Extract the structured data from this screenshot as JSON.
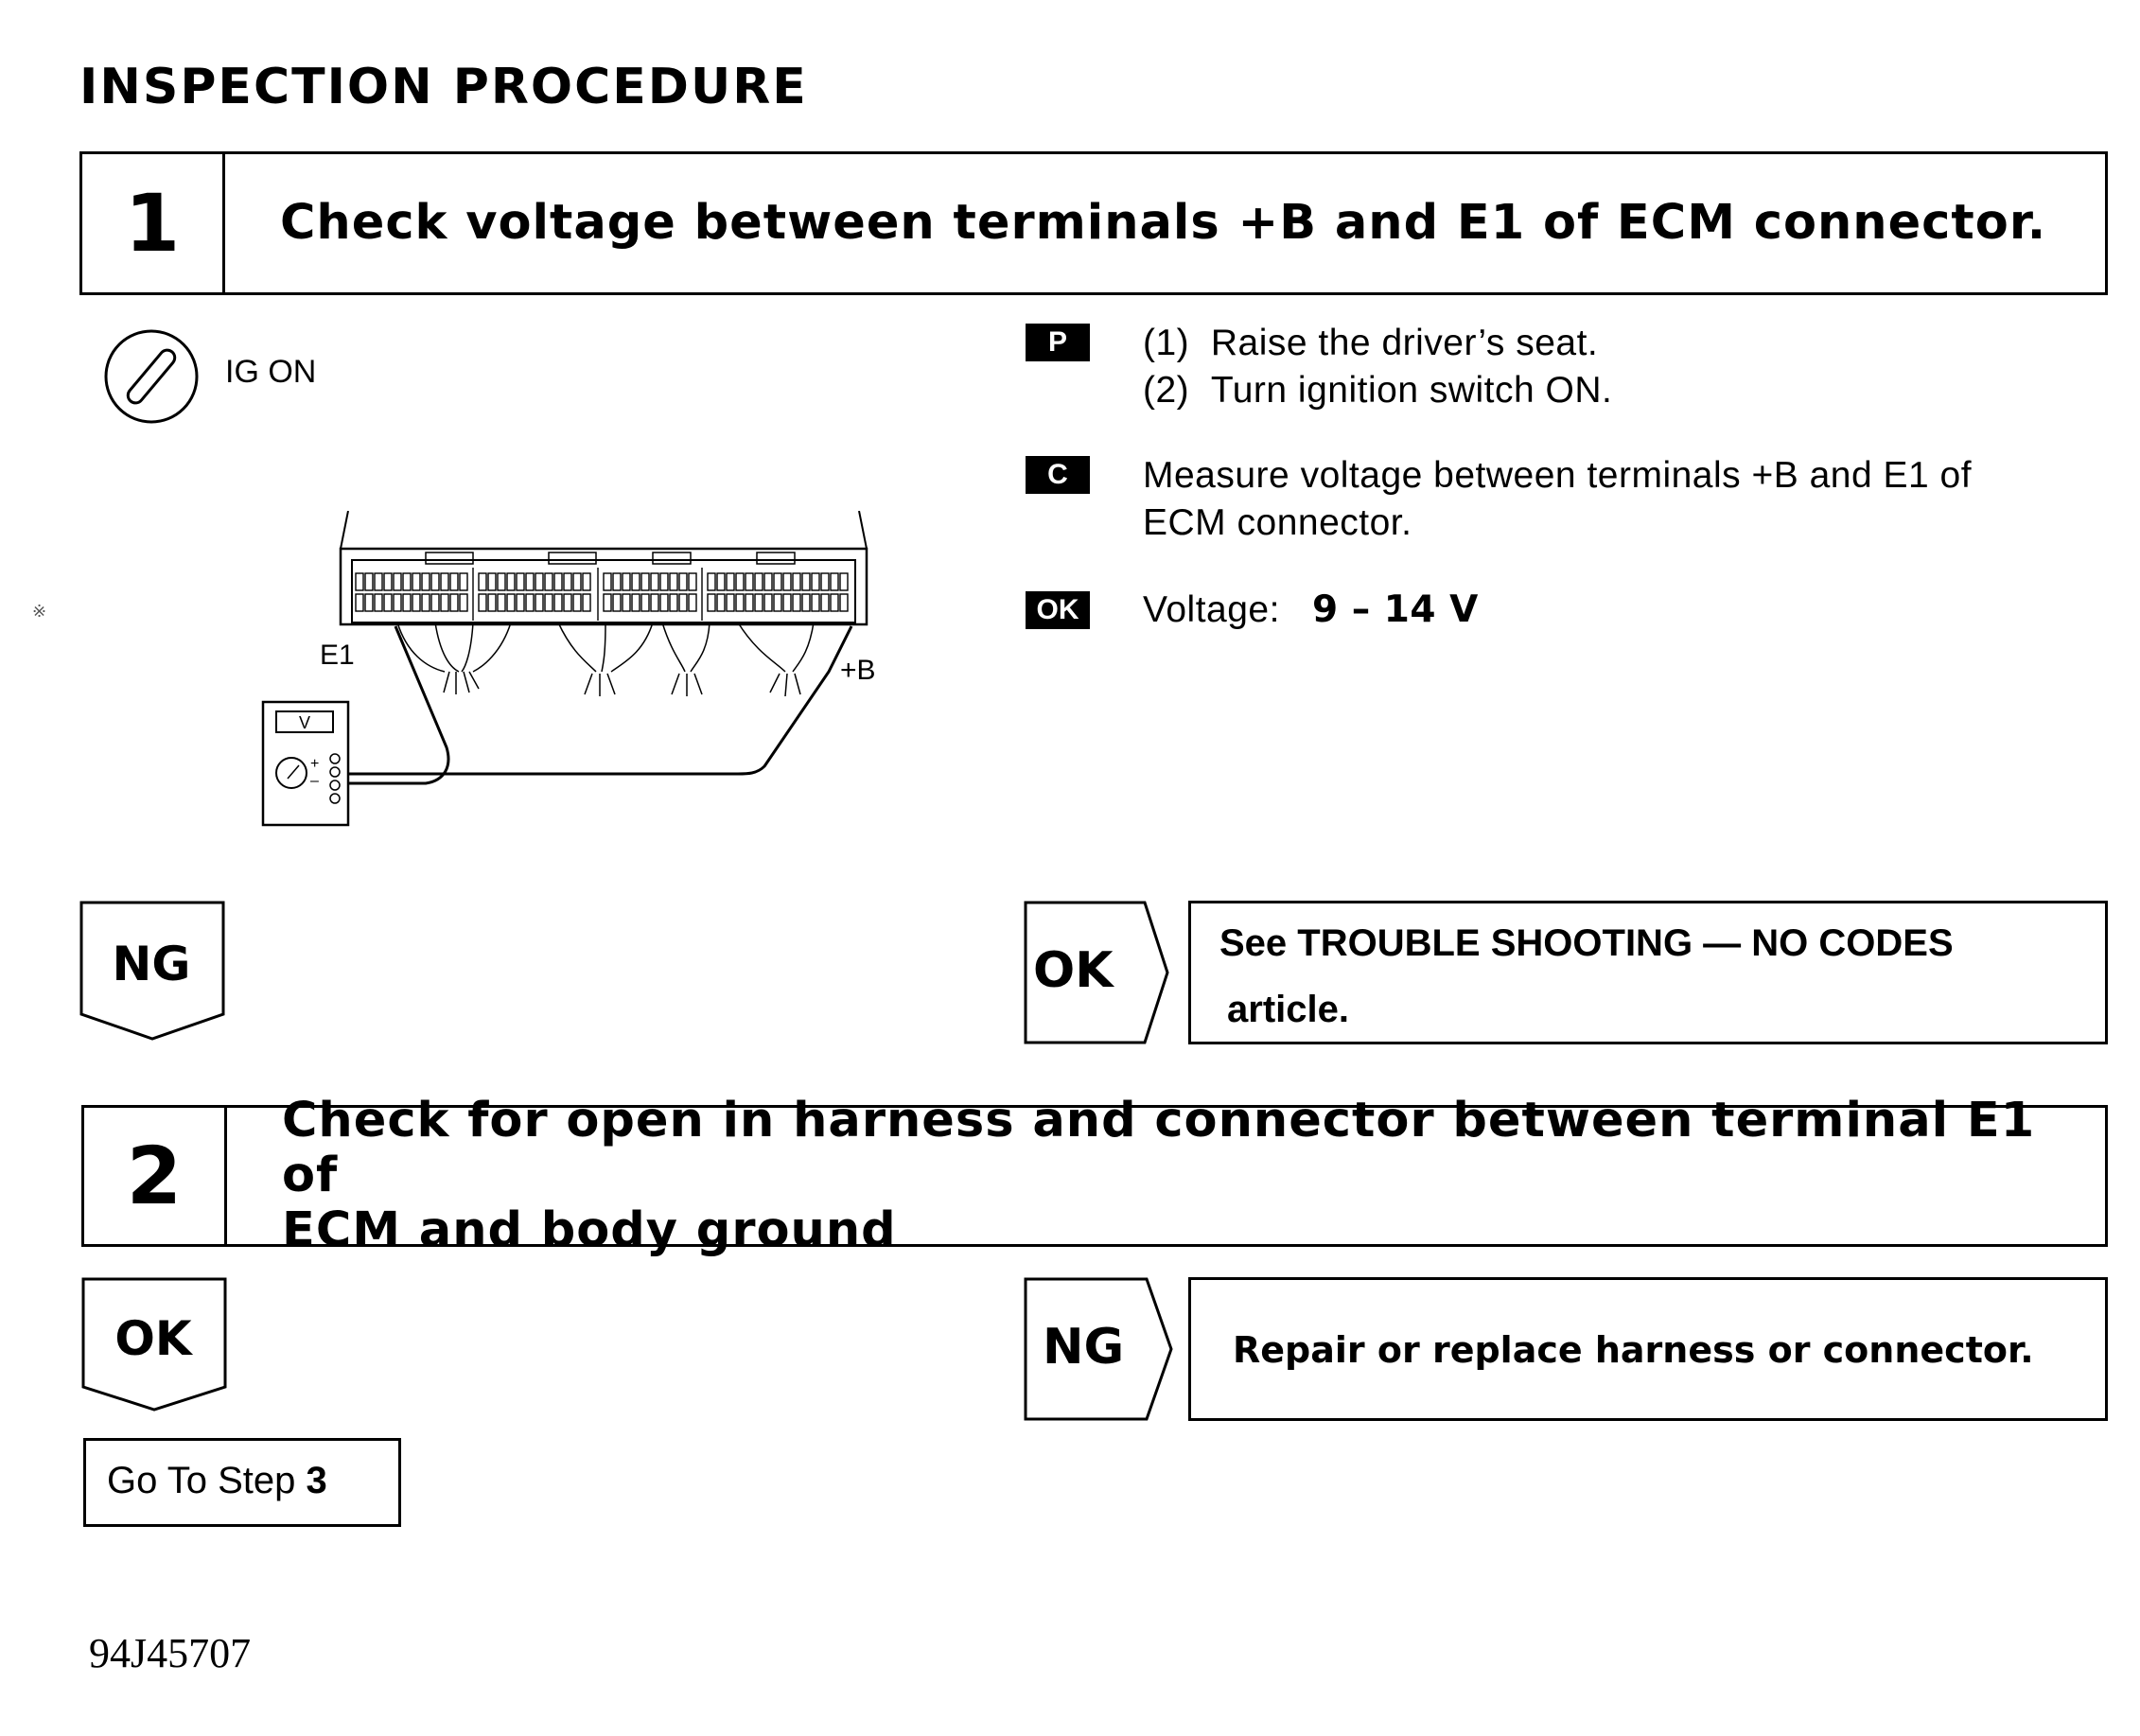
{
  "heading": "INSPECTION PROCEDURE",
  "step1": {
    "number": "1",
    "title": "Check voltage between terminals +B and E1 of ECM connector."
  },
  "ig_label": "IG ON",
  "diagram": {
    "e1_label": "E1",
    "b_label": "+B",
    "meter_label": "V"
  },
  "instructions": {
    "p_badge": "P",
    "p_line1_num": "(1)",
    "p_line1": "Raise the driver’s seat.",
    "p_line2_num": "(2)",
    "p_line2": "Turn ignition switch ON.",
    "c_badge": "C",
    "c_line1": "Measure voltage between terminals +B and E1 of",
    "c_line2": "ECM connector.",
    "ok_badge": "OK",
    "ok_label": "Voltage:",
    "ok_value": "9 – 14 V"
  },
  "result1": {
    "ng_label": "NG",
    "ok_label": "OK",
    "ok_text_line1": "See TROUBLE SHOOTING  —  NO CODES",
    "ok_text_line2": "article."
  },
  "step2": {
    "number": "2",
    "title_line1": "Check for open in harness and connector between terminal E1 of",
    "title_line2": "ECM and body ground"
  },
  "result2": {
    "ok_label": "OK",
    "ng_label": "NG",
    "ng_text": "Repair or replace harness or connector.",
    "goto_prefix": "Go To Step ",
    "goto_step": "3"
  },
  "footer_code": "94J45707"
}
